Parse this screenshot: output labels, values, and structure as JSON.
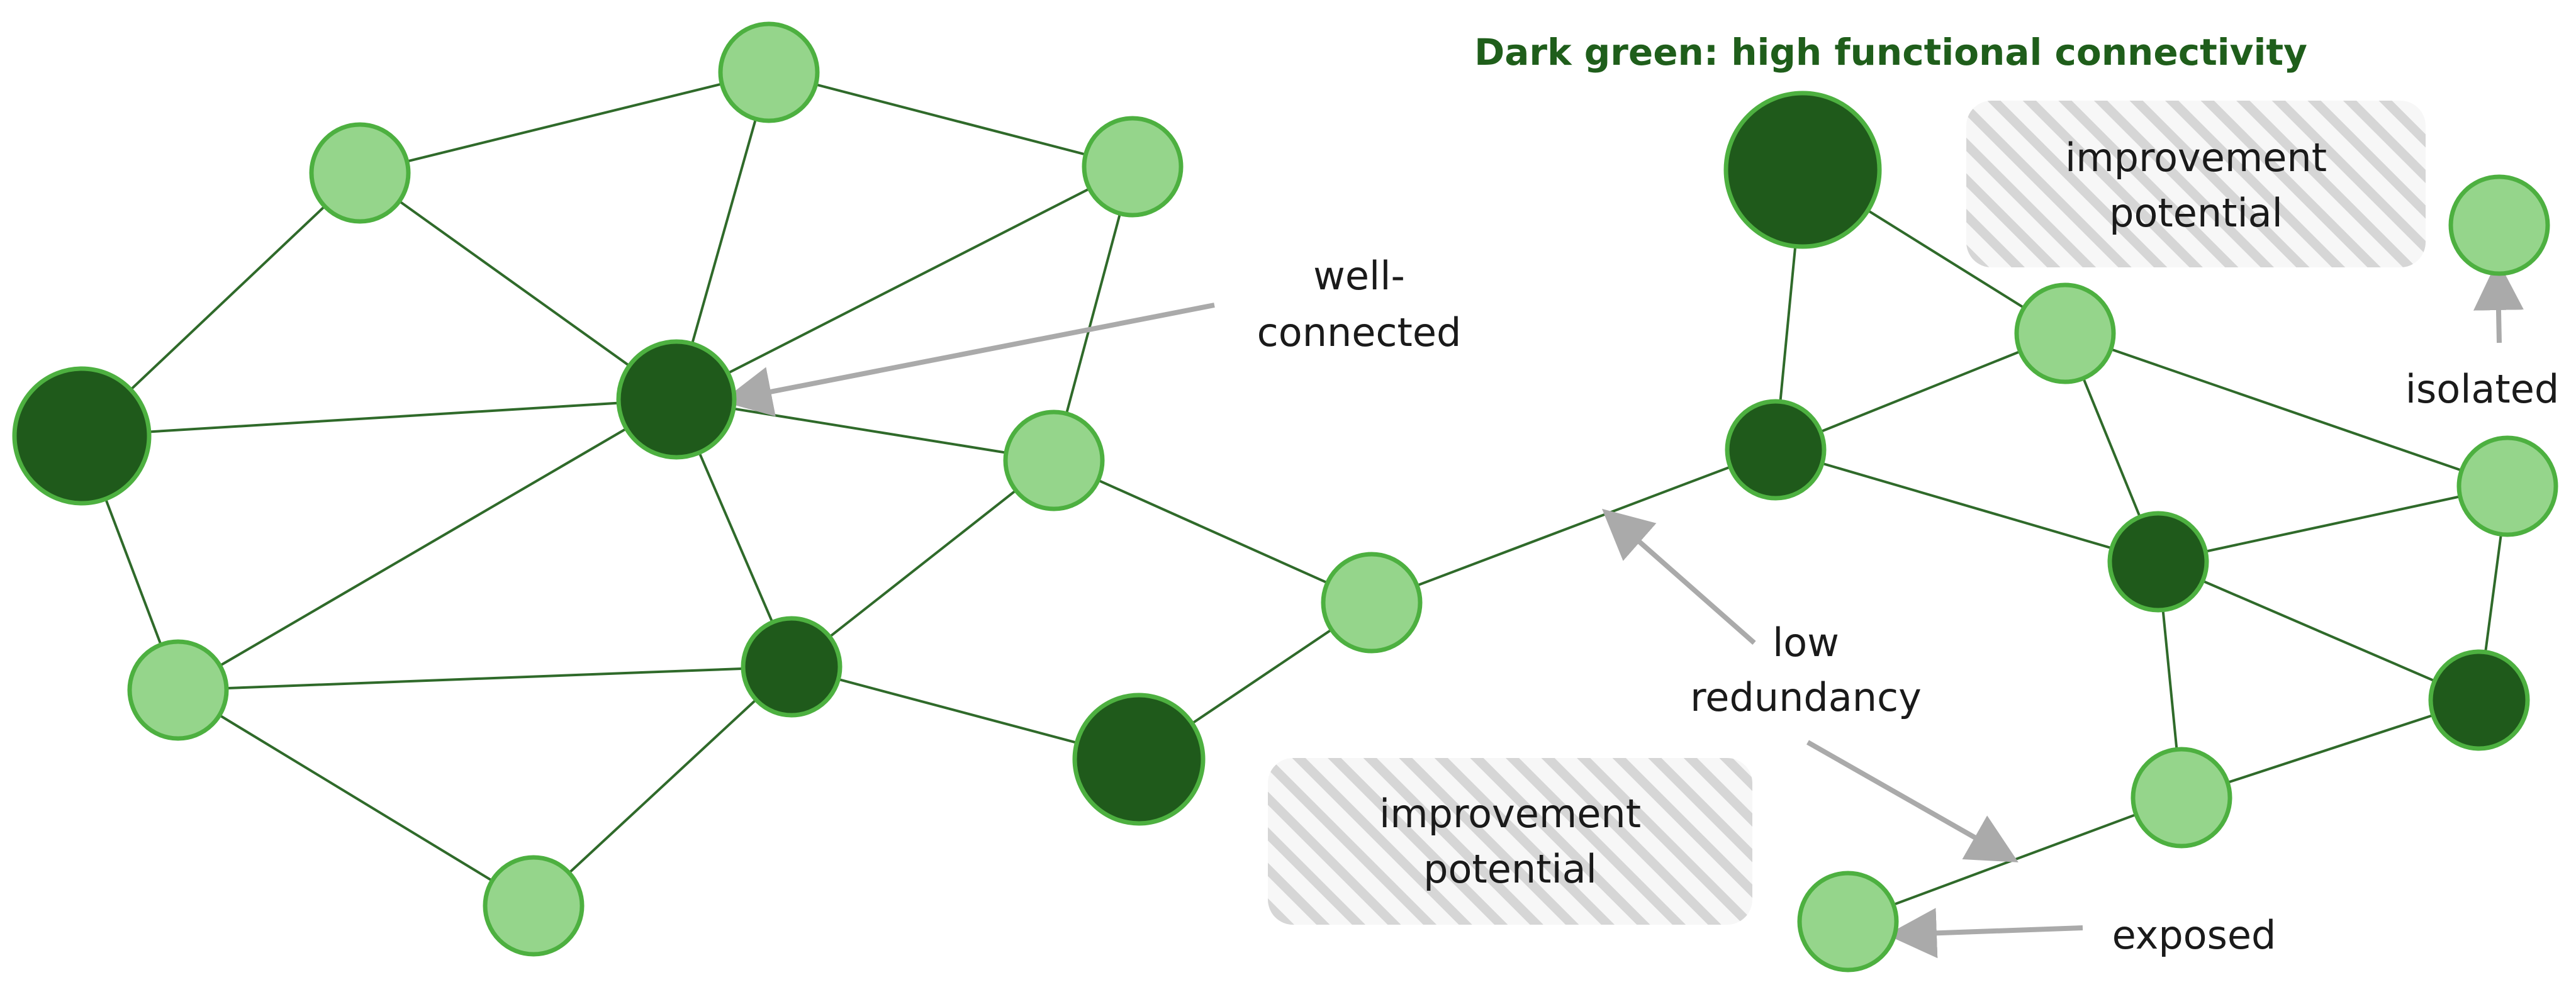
{
  "legend": {
    "title": "Dark green: high functional connectivity"
  },
  "annotations": {
    "well_connected": [
      "well-",
      "connected"
    ],
    "improvement_potential_left": [
      "improvement",
      "potential"
    ],
    "improvement_potential_right": [
      "improvement",
      "potential"
    ],
    "low_redundancy": [
      "low",
      "redundancy"
    ],
    "isolated": "isolated",
    "exposed": "exposed"
  },
  "colors": {
    "high_connectivity_fill": "#1f5a1b",
    "low_connectivity_fill": "#95d58b",
    "node_stroke": "#4db040",
    "edge": "#2f6a2a",
    "arrow": "#aaaaaa",
    "hatch": "#d6d6d6",
    "legend_text": "#1f5e1b"
  }
}
